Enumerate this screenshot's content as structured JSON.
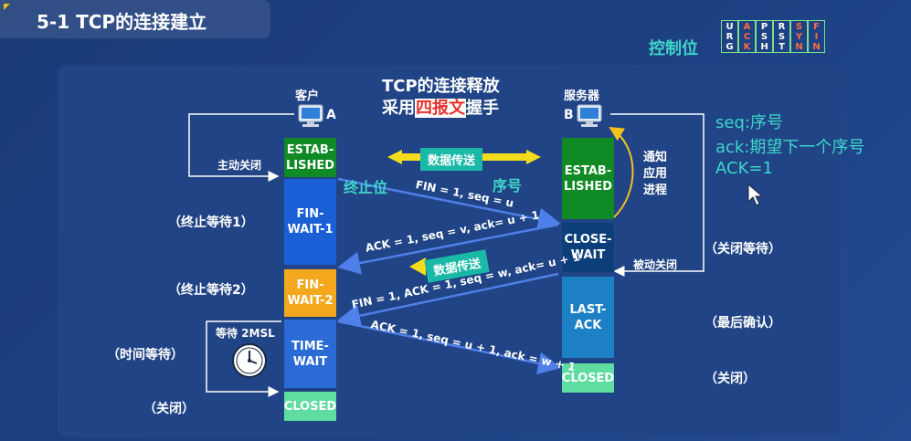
{
  "slide": {
    "title": "5-1 TCP的连接建立"
  },
  "control_bits": {
    "label": "控制位",
    "flags": [
      {
        "chars": [
          "U",
          "R",
          "G"
        ],
        "color": "#ffffff"
      },
      {
        "chars": [
          "A",
          "C",
          "K"
        ],
        "color": "#ff6a3d"
      },
      {
        "chars": [
          "P",
          "S",
          "H"
        ],
        "color": "#ffffff"
      },
      {
        "chars": [
          "R",
          "S",
          "T"
        ],
        "color": "#ffffff"
      },
      {
        "chars": [
          "S",
          "Y",
          "N"
        ],
        "color": "#ff6a3d"
      },
      {
        "chars": [
          "F",
          "I",
          "N"
        ],
        "color": "#ff6a3d"
      }
    ]
  },
  "diagram": {
    "heading_line1": "TCP的连接释放",
    "heading_line2_pre": "采用",
    "heading_line2_highlight": "四报文",
    "heading_line2_post": "握手",
    "client_name": "客户",
    "client_id": "A",
    "server_name": "服务器",
    "server_id": "B",
    "active_close": "主动关闭",
    "passive_close": "被动关闭",
    "notify_app_lines": [
      "通知",
      "应用",
      "进程"
    ],
    "data_transfer_1": "数据传送",
    "data_transfer_2": "数据传送",
    "annot_fin_bit": "终止位",
    "annot_seq": "序号",
    "wait_2msl": "等待 2MSL",
    "client_states": {
      "established": [
        "ESTAB-",
        "LISHED"
      ],
      "fin_wait_1": [
        "FIN-",
        "WAIT-1"
      ],
      "fin_wait_2": [
        "FIN-",
        "WAIT-2"
      ],
      "time_wait": [
        "TIME-",
        "WAIT"
      ],
      "closed": [
        "CLOSED"
      ]
    },
    "server_states": {
      "established": [
        "ESTAB-",
        "LISHED"
      ],
      "close_wait": [
        "CLOSE-",
        "WAIT"
      ],
      "last_ack": [
        "LAST-",
        "ACK"
      ],
      "closed": [
        "CLOSED"
      ]
    },
    "left_labels": {
      "fin_wait_1": "（终止等待1）",
      "fin_wait_2": "（终止等待2）",
      "time_wait": "（时间等待）",
      "closed": "（关闭）"
    },
    "right_labels": {
      "close_wait": "（关闭等待）",
      "last_ack": "（最后确认）",
      "closed": "（关闭）"
    },
    "messages": {
      "m1": "FIN = 1, seq = u",
      "m2": "ACK = 1, seq = v, ack= u + 1",
      "m3": "FIN = 1, ACK = 1, seq = w, ack= u + 1",
      "m4": "ACK = 1, seq = u + 1, ack = w + 1"
    }
  },
  "notes": {
    "line1": "seq:序号",
    "line2": "ack:期望下一个序号",
    "line3": "ACK=1"
  },
  "colors": {
    "established": "#0f8a25",
    "fin_wait": "#1b5fd6",
    "fin_wait_2": "#f3a81d",
    "time_wait": "#2a6bd6",
    "closed": "#5fdca0",
    "close_wait": "#0c3f7a",
    "last_ack": "#1d7fc4",
    "arrow": "#4f7fe8",
    "accent_teal": "#3fd6c9",
    "highlight_red": "#e8322a"
  }
}
